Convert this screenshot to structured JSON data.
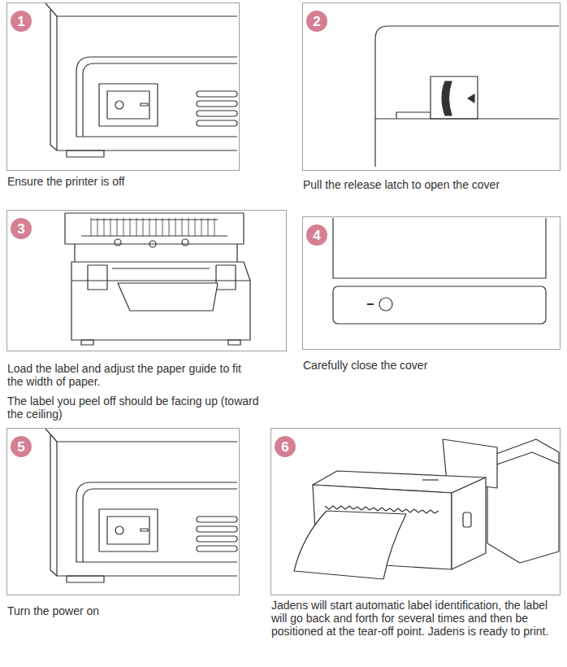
{
  "diagram": {
    "nodes": [
      {
        "text": [
          "Ensure the printer is off"
        ]
      },
      {
        "text": [
          "1"
        ],
        "in": 0
      },
      {
        "text": [
          "Pull the release latch to open the cover"
        ]
      },
      {
        "text": [
          "2"
        ],
        "in": 2
      },
      {
        "text": [
          "Load the label and adjust the paper guide to fit the width of paper.",
          "The label you peel off should be facing up (toward the ceiling)"
        ]
      },
      {
        "text": [
          "3"
        ],
        "in": 4
      },
      {
        "text": [
          "Carefully close the cover"
        ]
      },
      {
        "text": [
          "4"
        ],
        "in": 6
      },
      {
        "text": [
          "Turn the power on"
        ]
      },
      {
        "text": [
          "5"
        ],
        "in": 8
      },
      {
        "text": [
          "Jadens will start automatic label identification, the label will go back and forth for several times and then be positioned at the tear-off point. Jadens is ready to print."
        ]
      },
      {
        "text": [
          "6"
        ],
        "in": 10
      }
    ]
  }
}
